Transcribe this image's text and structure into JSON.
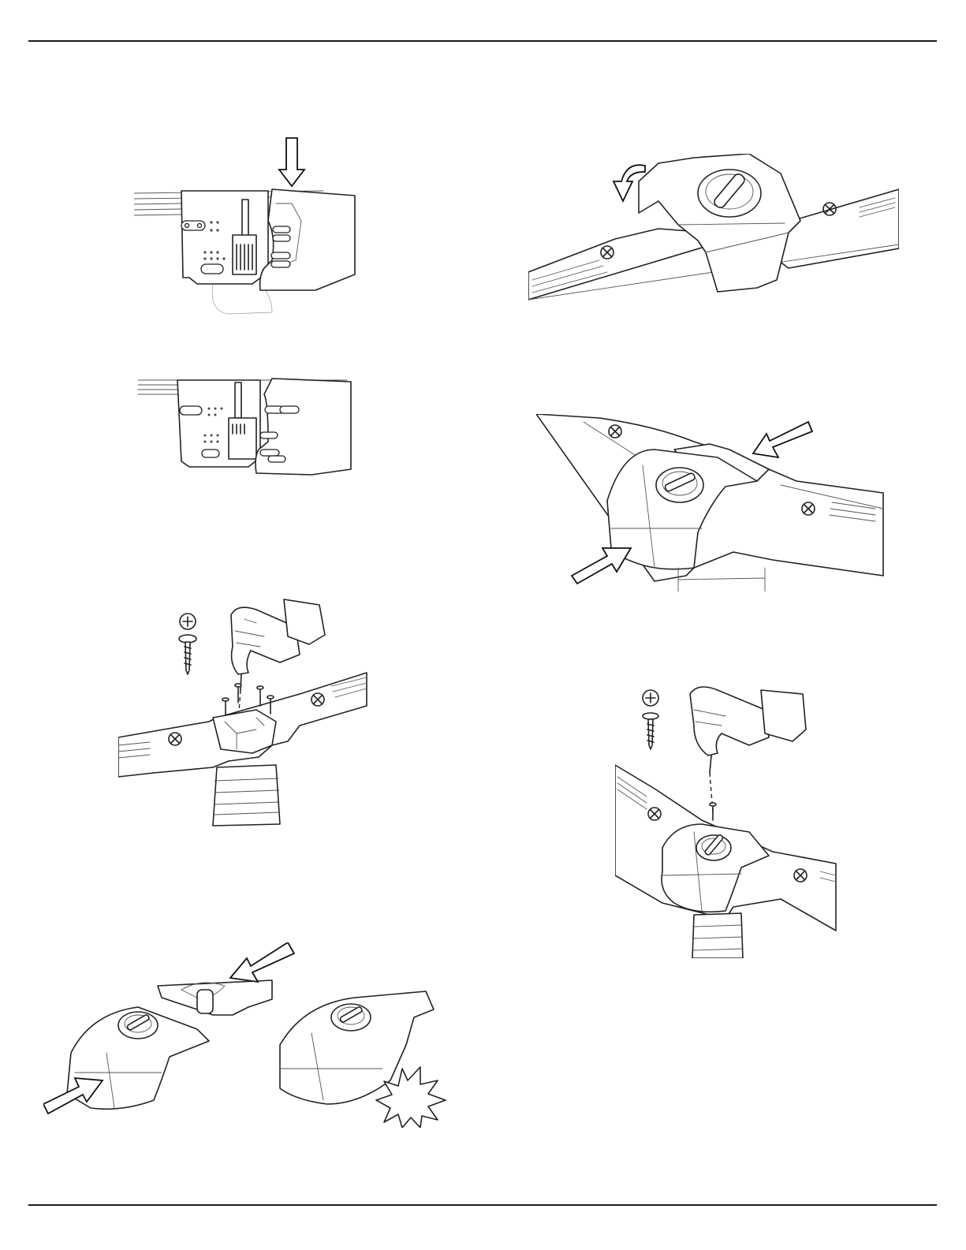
{
  "page": {
    "header_rule": true,
    "footer_rule": true
  },
  "figures": [
    {
      "id": "step-1",
      "icon": "arrow-down-icon"
    },
    {
      "id": "step-2",
      "icon": ""
    },
    {
      "id": "step-3",
      "icon": "drill-icon"
    },
    {
      "id": "step-4",
      "icon": "arrow-diagonal-icon"
    },
    {
      "id": "step-5",
      "icon": "rotate-arrow-icon"
    },
    {
      "id": "step-6",
      "icon": "arrow-diagonal-icon"
    },
    {
      "id": "step-7",
      "icon": "drill-icon"
    }
  ],
  "colors": {
    "ink": "#222222",
    "paper": "#ffffff"
  }
}
